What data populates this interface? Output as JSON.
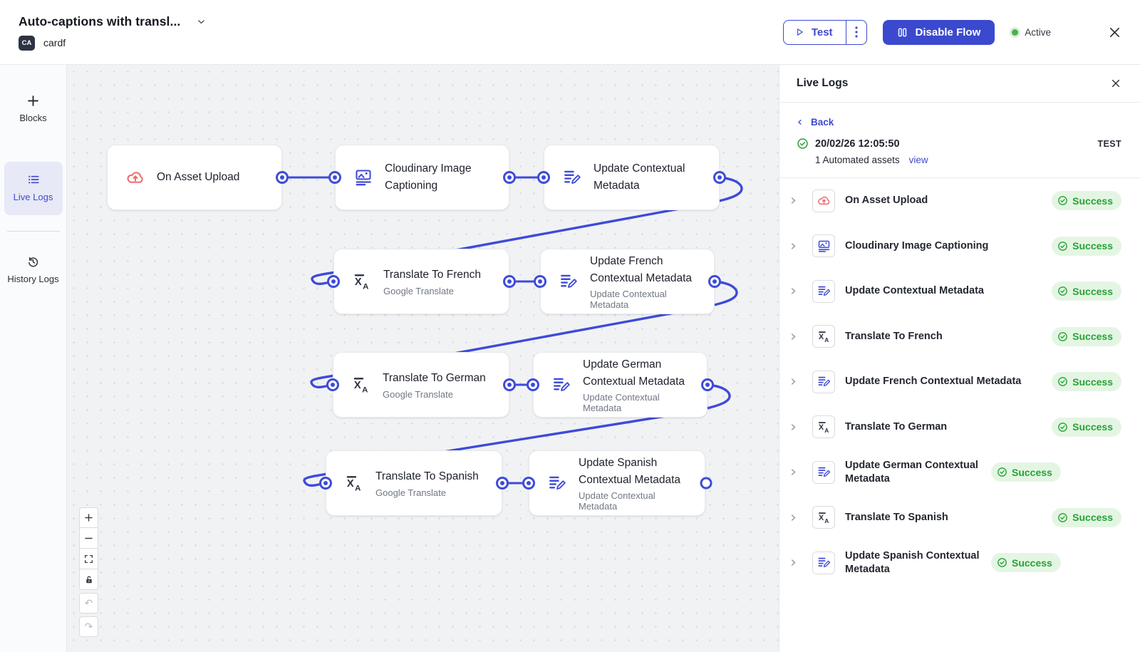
{
  "header": {
    "title": "Auto-captions with transl...",
    "avatar_initials": "CA",
    "owner_name": "cardf",
    "test_label": "Test",
    "disable_flow_label": "Disable Flow",
    "status_label": "Active"
  },
  "sidebar": {
    "blocks_label": "Blocks",
    "live_logs_label": "Live Logs",
    "history_logs_label": "History Logs"
  },
  "canvas": {
    "nodes": [
      {
        "title": "On Asset Upload"
      },
      {
        "title": "Cloudinary Image Captioning"
      },
      {
        "title": "Update Contextual Metadata"
      },
      {
        "title": "Translate To French",
        "subtitle": "Google Translate"
      },
      {
        "title": "Update French Contextual Metadata",
        "subtitle": "Update Contextual Metadata"
      },
      {
        "title": "Translate To German",
        "subtitle": "Google Translate"
      },
      {
        "title": "Update German Contextual Metadata",
        "subtitle": "Update Contextual Metadata"
      },
      {
        "title": "Translate To Spanish",
        "subtitle": "Google Translate"
      },
      {
        "title": "Update Spanish Contextual Metadata",
        "subtitle": "Update Contextual Metadata"
      }
    ]
  },
  "logs_panel": {
    "title": "Live Logs",
    "back_label": "Back",
    "run": {
      "timestamp": "20/02/26 12:05:50",
      "tag": "TEST",
      "assets_summary": "1 Automated assets",
      "view_label": "view"
    },
    "items": [
      {
        "name": "On Asset Upload",
        "status": "Success"
      },
      {
        "name": "Cloudinary Image Captioning",
        "status": "Success"
      },
      {
        "name": "Update Contextual Metadata",
        "status": "Success"
      },
      {
        "name": "Translate To French",
        "status": "Success"
      },
      {
        "name": "Update French Contextual Metadata",
        "status": "Success"
      },
      {
        "name": "Translate To German",
        "status": "Success"
      },
      {
        "name": "Update German Contextual Metadata",
        "status": "Success"
      },
      {
        "name": "Translate To Spanish",
        "status": "Success"
      },
      {
        "name": "Update Spanish Contextual Metadata",
        "status": "Success"
      }
    ]
  },
  "colors": {
    "accent_blue": "#3e4bd8",
    "success_green": "#27a237",
    "success_bg": "#e4f6e3",
    "upload_red": "#ee6b6b",
    "active_green": "#4cb050"
  }
}
